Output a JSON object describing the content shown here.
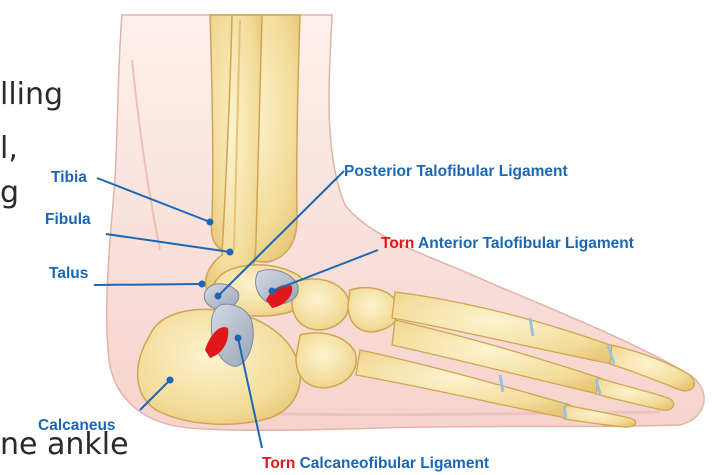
{
  "background_text": {
    "line1": "lling",
    "line2": "l,",
    "line3": "g",
    "line4": "ne ankle"
  },
  "labels": {
    "tibia": "Tibia",
    "fibula": "Fibula",
    "talus": "Talus",
    "calcaneus": "Calcaneus",
    "posterior": "Posterior Talofibular Ligament",
    "anterior_torn": "Torn",
    "anterior": "Anterior Talofibular Ligament",
    "calcaneo_torn": "Torn",
    "calcaneo": "Calcaneofibular Ligament"
  },
  "colors": {
    "label_blue": "#1b67b4",
    "torn_red": "#e3161b",
    "bone": "#f7e6b0",
    "skin": "#f9e1dc",
    "ligament": "#b9c3d0"
  }
}
